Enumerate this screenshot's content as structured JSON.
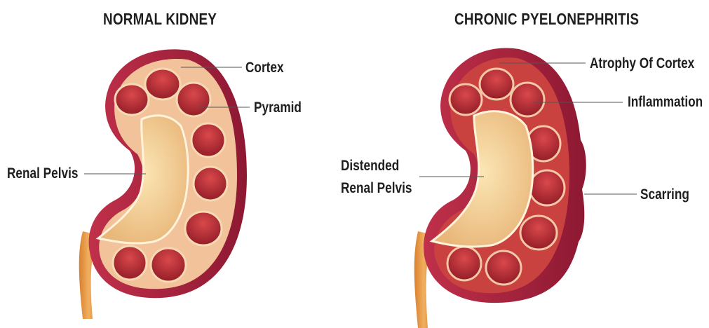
{
  "titles": {
    "normal": "NORMAL KIDNEY",
    "chronic": "CHRONIC PYELONEPHRITIS"
  },
  "labels": {
    "normal": {
      "cortex": "Cortex",
      "pyramid": "Pyramid",
      "renal_pelvis": "Renal Pelvis"
    },
    "chronic": {
      "atrophy": "Atrophy Of Cortex",
      "inflammation": "Inflammation",
      "distended_line1": "Distended",
      "distended_line2": "Renal Pelvis",
      "scarring": "Scarring"
    }
  },
  "colors": {
    "capsule": "#a61e3a",
    "cortex_normal": "#f2c29a",
    "cortex_inflamed": "#c9423f",
    "pyramid": "#b3262e",
    "pelvis": "#f4d39a",
    "ureter": "#e8963a"
  }
}
